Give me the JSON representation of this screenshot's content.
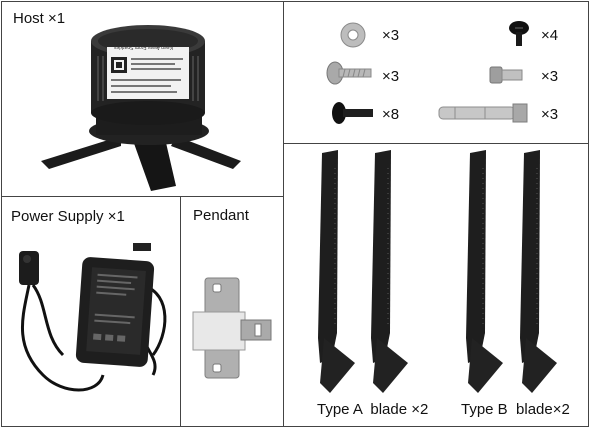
{
  "host": {
    "label": "Host ×1",
    "sticker_title": "Keep Away From Sparkles"
  },
  "power_supply": {
    "label": "Power Supply ×1"
  },
  "pendant": {
    "label": "Pendant"
  },
  "hardware": {
    "washer_qty": "×3",
    "black_short_screw_qty": "×4",
    "silver_screw_qty": "×3",
    "silver_bolt_qty": "×3",
    "black_long_screw_qty": "×8",
    "expansion_anchor_qty": "×3"
  },
  "blades": {
    "type_a_label": "Type A  blade ×2",
    "type_b_label": "Type B  blade×2"
  }
}
